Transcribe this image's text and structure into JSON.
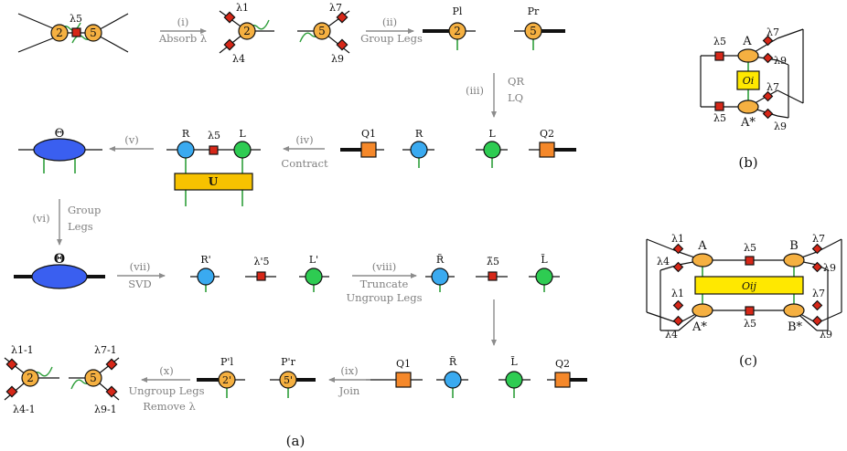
{
  "colors": {
    "orange": "#f5b041",
    "blue": "#3aaaf0",
    "green": "#2ecc52",
    "lambda": "#d62718",
    "ubox": "#f7c200",
    "theta": "#3a5ff0",
    "arrow": "#8c8c8c",
    "wiggle": "#2e9e3a",
    "obox": "#ffe800"
  },
  "panel_a": {
    "caption": "(a)",
    "row1": {
      "node_left": "2",
      "node_right": "5",
      "lam_center": "λ5",
      "step_i": "(i)",
      "step_i_text": "Absorb λ",
      "lam1": "λ1",
      "lam4": "λ4",
      "lam7": "λ7",
      "lam9": "λ9",
      "step_ii": "(ii)",
      "step_ii_text": "Group Legs",
      "p_left": "Pl",
      "p_right": "Pr",
      "step_iii": "(iii)",
      "step_iii_text1": "QR",
      "step_iii_text2": "LQ"
    },
    "row2": {
      "theta": "Θ",
      "step_v": "(v)",
      "r": "R",
      "lam5": "λ5",
      "l": "L",
      "u": "U",
      "step_iv": "(iv)",
      "step_iv_text": "Contract",
      "q1": "Q1",
      "r2": "R",
      "l2": "L",
      "q2": "Q2"
    },
    "row3": {
      "step_vi": "(vi)",
      "step_vi_text1": "Group",
      "step_vi_text2": "Legs",
      "theta": "Θ",
      "step_vii": "(vii)",
      "step_vii_text": "SVD",
      "r_prime": "R'",
      "lam_prime": "λ'5",
      "l_prime": "L'",
      "step_viii": "(viii)",
      "step_viii_text1": "Truncate",
      "step_viii_text2": "Ungroup Legs",
      "r_tilde": "R̃",
      "lam_tilde": "λ̃5",
      "l_tilde": "L̃"
    },
    "row4": {
      "lam1_inv": "λ1-1",
      "lam4_inv": "λ4-1",
      "lam7_inv": "λ7-1",
      "lam9_inv": "λ9-1",
      "node_left": "2",
      "node_right": "5",
      "step_x": "(x)",
      "step_x_text1": "Ungroup Legs",
      "step_x_text2": "Remove λ",
      "p_left": "P'l",
      "p_right": "P'r",
      "node_left_prime": "2'",
      "node_right_prime": "5'",
      "step_ix": "(ix)",
      "step_ix_text": "Join",
      "q1": "Q1",
      "r_tilde": "R̃",
      "l_tilde": "L̃",
      "q2": "Q2"
    }
  },
  "panel_b": {
    "caption": "(b)",
    "a": "A",
    "a_star": "A*",
    "lam5_top": "λ5",
    "lam5_bot": "λ5",
    "lam7_top": "λ7",
    "lam9_top": "λ9",
    "lam7_bot": "λ7",
    "lam9_bot": "λ9",
    "op": "Oi"
  },
  "panel_c": {
    "caption": "(c)",
    "a": "A",
    "b": "B",
    "a_star": "A*",
    "b_star": "B*",
    "lam5_top": "λ5",
    "lam5_bot": "λ5",
    "lam1_top": "λ1",
    "lam4_top": "λ4",
    "lam1_bot": "λ1",
    "lam4_bot": "λ4",
    "lam7_top": "λ7",
    "lam9_top": "λ9",
    "lam7_bot": "λ7",
    "lam9_bot": "λ9",
    "op": "Oij"
  }
}
